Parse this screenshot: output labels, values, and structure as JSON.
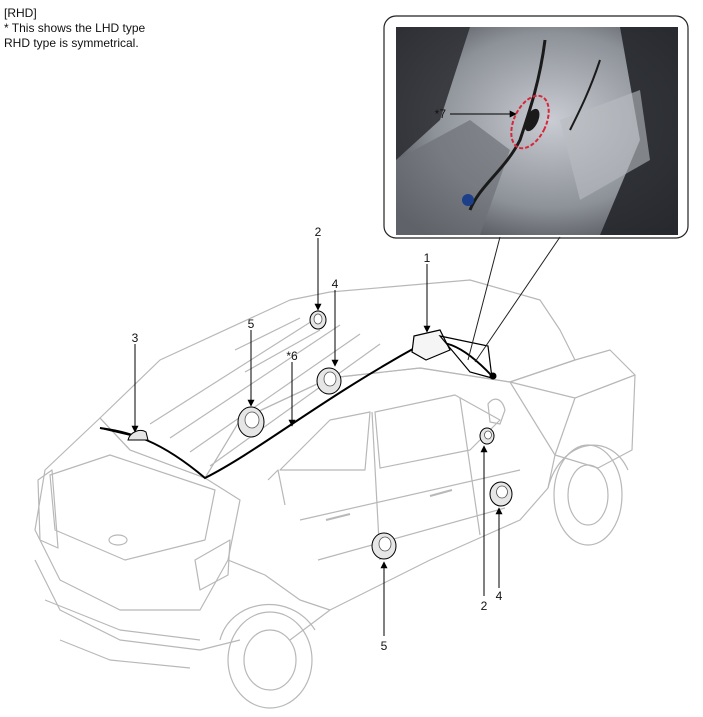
{
  "note": {
    "line1": "[RHD]",
    "line2": "* This shows the LHD type",
    "line3": "RHD type is symmetrical."
  },
  "callouts": {
    "c1": "1",
    "c2_top": "2",
    "c3": "3",
    "c4_top": "4",
    "c5_top": "5",
    "c6": "*6",
    "c7": "*7",
    "c2_bottom": "2",
    "c4_bottom": "4",
    "c5_bottom": "5"
  },
  "colors": {
    "car_outline": "#b8b8b8",
    "antenna_cable": "#000000",
    "highlight_circle": "#d9263a",
    "inset_border": "#222222",
    "component_fill": "#e6e6e6"
  }
}
